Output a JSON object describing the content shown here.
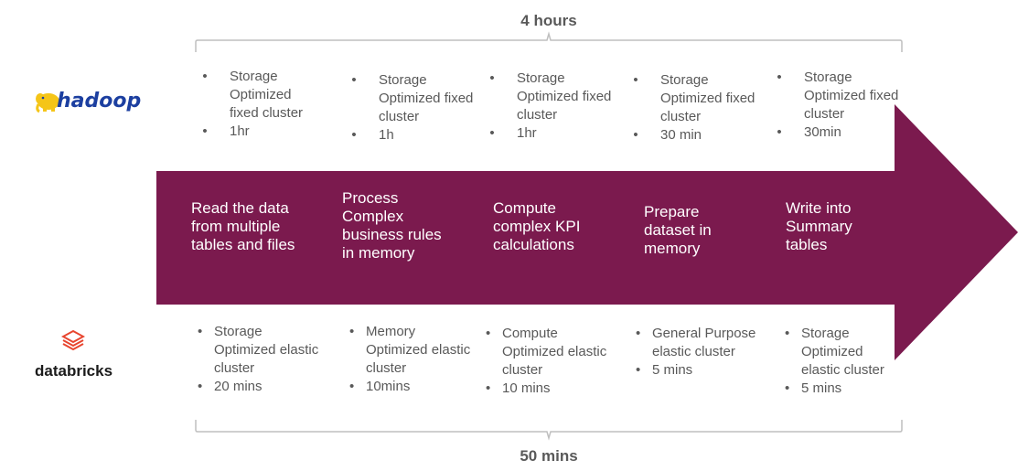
{
  "hadoop": {
    "logo_text": "hadoop",
    "total_label": "4 hours",
    "columns": [
      {
        "items": [
          "Storage Optimized fixed cluster",
          "1hr"
        ]
      },
      {
        "items": [
          "Storage Optimized fixed cluster",
          "1h"
        ]
      },
      {
        "items": [
          "Storage Optimized fixed cluster",
          "1hr"
        ]
      },
      {
        "items": [
          "Storage Optimized fixed cluster",
          "30 min"
        ]
      },
      {
        "items": [
          "Storage Optimized fixed cluster",
          "30min"
        ]
      }
    ]
  },
  "databricks": {
    "logo_text": "databricks",
    "total_label": "50 mins",
    "columns": [
      {
        "items": [
          "Storage Optimized elastic cluster",
          "20 mins"
        ]
      },
      {
        "items": [
          "Memory Optimized elastic cluster",
          "10mins"
        ]
      },
      {
        "items": [
          "Compute Optimized elastic cluster",
          "10 mins"
        ]
      },
      {
        "items": [
          "General Purpose elastic cluster",
          "5 mins"
        ]
      },
      {
        "items": [
          "Storage Optimized elastic cluster",
          "5 mins"
        ]
      }
    ]
  },
  "steps": [
    "Read the data\nfrom multiple\ntables and files",
    "Process\nComplex\nbusiness rules\nin memory",
    "Compute\ncomplex KPI\ncalculations",
    "Prepare\ndataset in\nmemory",
    "Write into\nSummary\ntables"
  ],
  "colors": {
    "arrow": "#7b1a4e",
    "text": "#595959",
    "bracket": "#bfbfbf",
    "hadoop_blue": "#1c3fa0",
    "hadoop_yellow": "#f5c518",
    "databricks_red": "#e8452f"
  }
}
